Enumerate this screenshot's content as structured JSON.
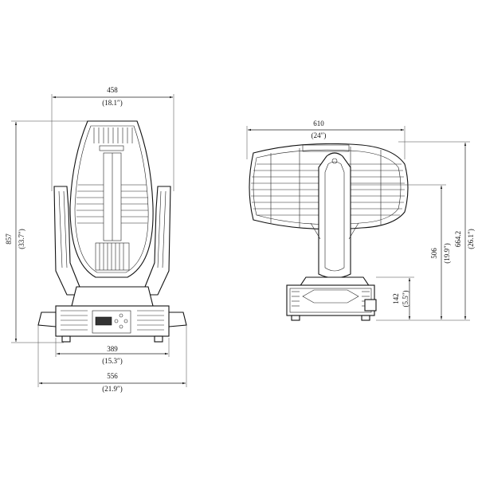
{
  "front_view": {
    "width_top": {
      "value": "458",
      "inch": "(18.1″)"
    },
    "height_total": {
      "value": "857",
      "inch": "(33.7″)"
    },
    "base_width": {
      "value": "389",
      "inch": "(15.3″)"
    },
    "overall_width": {
      "value": "556",
      "inch": "(21.9″)"
    }
  },
  "side_view": {
    "head_width": {
      "value": "610",
      "inch": "(24″)"
    },
    "tilt_axis_height": {
      "value": "506",
      "inch": "(19.9″)"
    },
    "total_height": {
      "value": "664.2",
      "inch": "(26.1″)"
    },
    "base_height": {
      "value": "142",
      "inch": "(5.5″)"
    }
  }
}
